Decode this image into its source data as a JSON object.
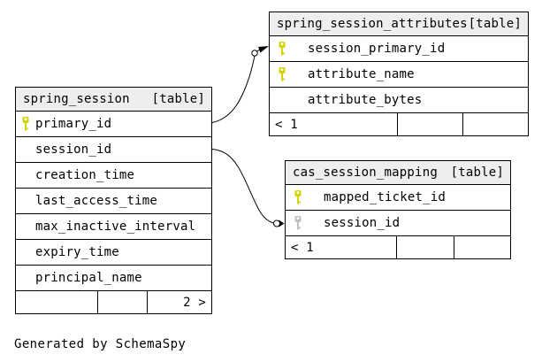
{
  "page": {
    "credit": "Generated by SchemaSpy"
  },
  "colors": {
    "background": "#ffffff",
    "table_border": "#000000",
    "table_header_bg": "#eeeeee",
    "primary_key_icon": "#d2d400",
    "foreign_key_icon": "#c0c0c0",
    "relationship_line": "#000000"
  },
  "tables": [
    {
      "name": "spring_session",
      "badge": "[table]",
      "columns": [
        {
          "name": "primary_id",
          "key": "primary"
        },
        {
          "name": "session_id",
          "key": "none"
        },
        {
          "name": "creation_time",
          "key": "none"
        },
        {
          "name": "last_access_time",
          "key": "none"
        },
        {
          "name": "max_inactive_interval",
          "key": "none"
        },
        {
          "name": "expiry_time",
          "key": "none"
        },
        {
          "name": "principal_name",
          "key": "none"
        }
      ],
      "paginator": [
        "",
        "",
        "2 >"
      ]
    },
    {
      "name": "spring_session_attributes",
      "badge": "[table]",
      "columns": [
        {
          "name": "session_primary_id",
          "key": "primary"
        },
        {
          "name": "attribute_name",
          "key": "primary"
        },
        {
          "name": "attribute_bytes",
          "key": "none"
        }
      ],
      "paginator": [
        "< 1",
        "",
        ""
      ]
    },
    {
      "name": "cas_session_mapping",
      "badge": "[table]",
      "columns": [
        {
          "name": "mapped_ticket_id",
          "key": "primary"
        },
        {
          "name": "session_id",
          "key": "foreign"
        }
      ],
      "paginator": [
        "< 1",
        "",
        ""
      ]
    }
  ],
  "relationships": [
    {
      "from": "spring_session.primary_id",
      "to": "spring_session_attributes.session_primary_id"
    },
    {
      "from": "spring_session.session_id",
      "to": "cas_session_mapping.session_id"
    }
  ]
}
